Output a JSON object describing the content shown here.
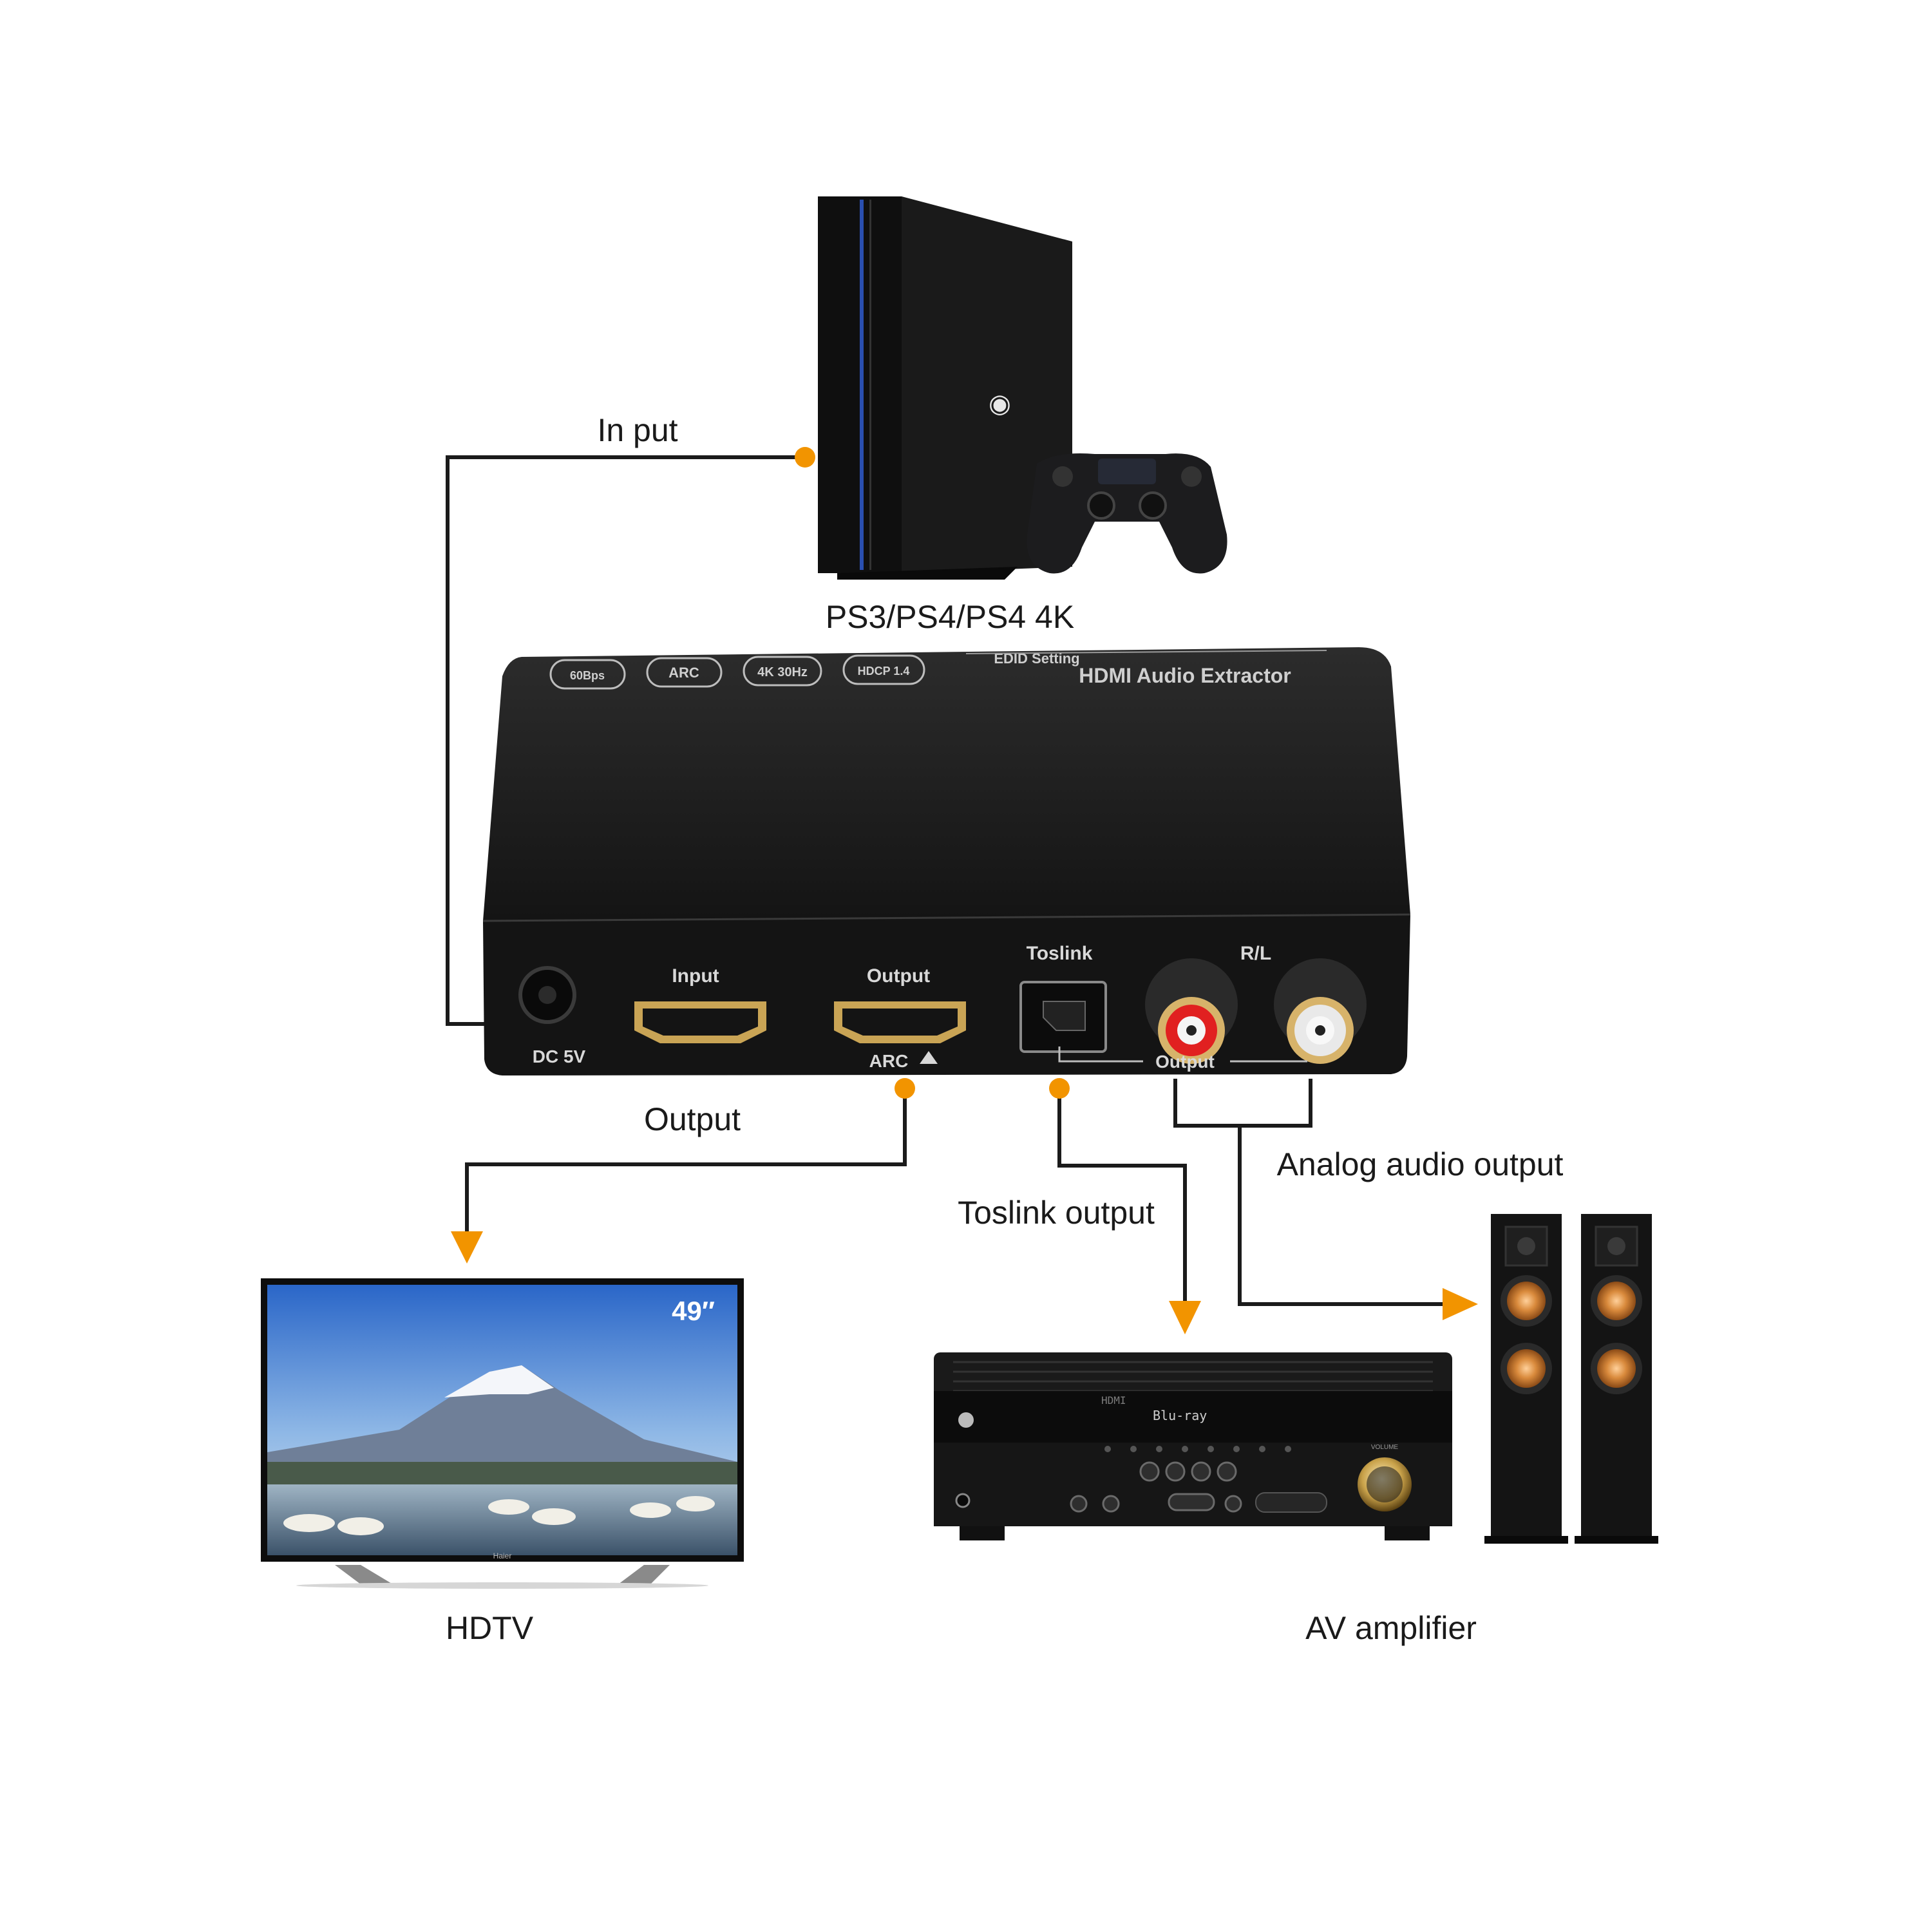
{
  "labels": {
    "input_line": "In put",
    "source": "PS3/PS4/PS4 4K",
    "output_line": "Output",
    "toslink_line": "Toslink output",
    "analog_line": "Analog audio output",
    "tv": "HDTV",
    "amplifier": "AV amplifier"
  },
  "extractor": {
    "top_badges": [
      "HDCP 1.4",
      "4K 30Hz",
      "ARC",
      "60Bps"
    ],
    "top_title": "HDMI Audio Extractor",
    "top_subtitle": "EDID Setting",
    "port_dc": "DC 5V",
    "port_input": "Input",
    "port_output": "Output",
    "port_arc": "ARC",
    "port_toslink": "Toslink",
    "port_rl": "R/L",
    "port_output_group": "Output"
  },
  "tv": {
    "size_badge": "49″",
    "brand": "Haier"
  },
  "amplifier": {
    "display_main": "Blu-ray",
    "display_src": "HDMI",
    "volume_label": "VOLUME"
  },
  "colors": {
    "accent": "#f29400",
    "device": "#1c1c1c",
    "wire": "#1b1b1b",
    "speaker_cone": "#c9742e"
  }
}
